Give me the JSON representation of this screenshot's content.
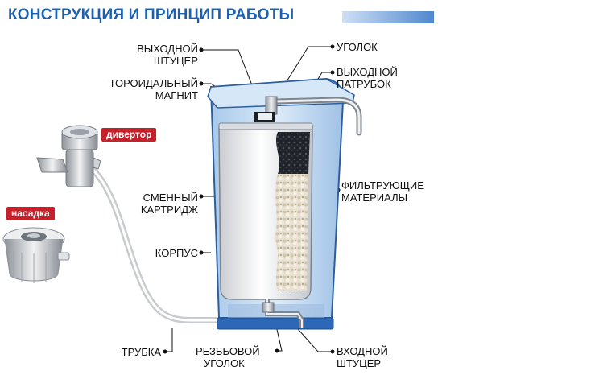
{
  "title": "КОНСТРУКЦИЯ И ПРИНЦИП РАБОТЫ",
  "labels": {
    "outlet_fitting": [
      "ВЫХОДНОЙ",
      "ШТУЦЕР"
    ],
    "toroidal_magnet": [
      "ТОРОИДАЛЬНЫЙ",
      "МАГНИТ"
    ],
    "elbow": [
      "УГОЛОК"
    ],
    "outlet_spout": [
      "ВЫХОДНОЙ",
      "ПАТРУБОК"
    ],
    "replaceable_cartridge": [
      "СМЕННЫЙ",
      "КАРТРИДЖ"
    ],
    "filter_materials": [
      "ФИЛЬТРУЮЩИЕ",
      "МАТЕРИАЛЫ"
    ],
    "housing": [
      "КОРПУС"
    ],
    "tube": [
      "ТРУБКА"
    ],
    "threaded_elbow": [
      "РЕЗЬБОВОЙ",
      "УГОЛОК"
    ],
    "inlet_fitting": [
      "ВХОДНОЙ",
      "ШТУЦЕР"
    ]
  },
  "badges": {
    "diverter": "дивертор",
    "nozzle": "насадка"
  },
  "colors": {
    "title": "#1c5fae",
    "badge": "#c8202a",
    "housing": "#bcd7f0",
    "housing_edge": "#2c5f9e"
  }
}
